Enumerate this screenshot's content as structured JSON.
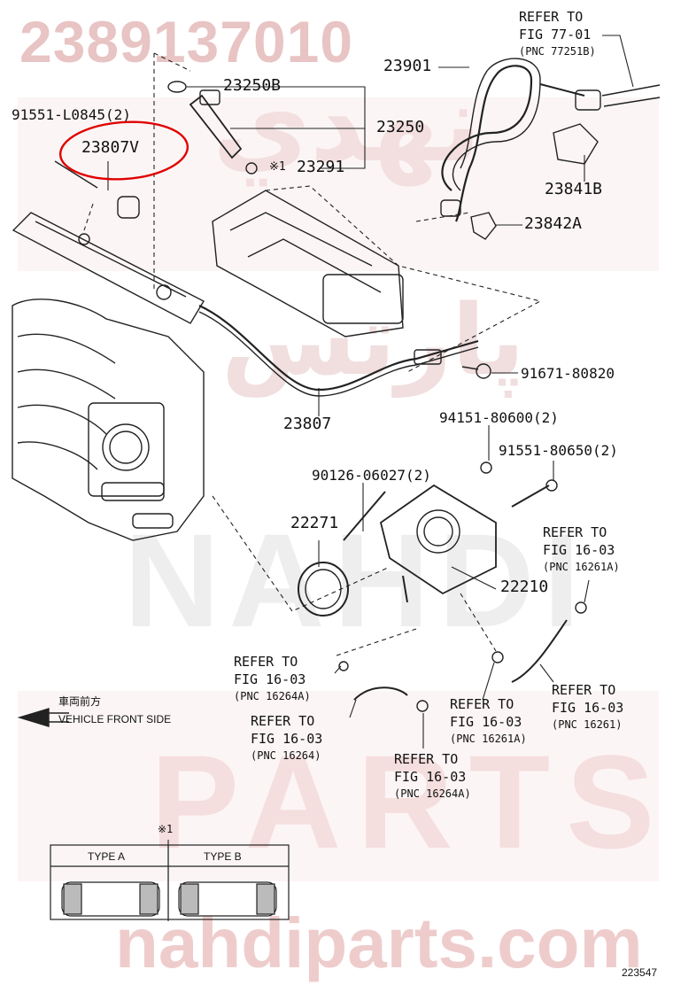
{
  "watermark": {
    "part_number": "2389137010",
    "arabic_logo": "نهدي",
    "arabic_brand": "پارتس",
    "brand_top": "NAHDI",
    "brand_bottom": "PARTS",
    "site": "nahdiparts.com"
  },
  "labels": {
    "l_23250b": "23250B",
    "l_23250": "23250",
    "l_23291": "23291",
    "l_23291_mark": "※1",
    "l_91551_l0845": "91551-L0845(2)",
    "l_23807v": "23807V",
    "l_23901": "23901",
    "l_refer_77_line1": "REFER TO",
    "l_refer_77_line2": "FIG 77-01",
    "l_refer_77_pnc": "(PNC 77251B)",
    "l_23841b": "23841B",
    "l_23842a": "23842A",
    "l_91671": "91671-80820",
    "l_23807": "23807",
    "l_94151": "94151-80600(2)",
    "l_91551_80650": "91551-80650(2)",
    "l_90126": "90126-06027(2)",
    "l_22271": "22271",
    "l_22210": "22210",
    "r1_line1": "REFER TO",
    "r1_line2": "FIG 16-03",
    "r1_pnc": "(PNC 16261A)",
    "r2_line1": "REFER TO",
    "r2_line2": "FIG 16-03",
    "r2_pnc": "(PNC 16264A)",
    "r3_line1": "REFER TO",
    "r3_line2": "FIG 16-03",
    "r3_pnc": "(PNC 16261A)",
    "r4_line1": "REFER TO",
    "r4_line2": "FIG 16-03",
    "r4_pnc": "(PNC 16261)",
    "r5_line1": "REFER TO",
    "r5_line2": "FIG 16-03",
    "r5_pnc": "(PNC 16264)",
    "r6_line1": "REFER TO",
    "r6_line2": "FIG 16-03",
    "r6_pnc": "(PNC 16264A)"
  },
  "front": {
    "japanese": "車両前方",
    "english": "VEHICLE FRONT SIDE"
  },
  "type_table": {
    "mark": "※1",
    "type_a": "TYPE A",
    "type_b": "TYPE B"
  },
  "figure_id": "223547"
}
